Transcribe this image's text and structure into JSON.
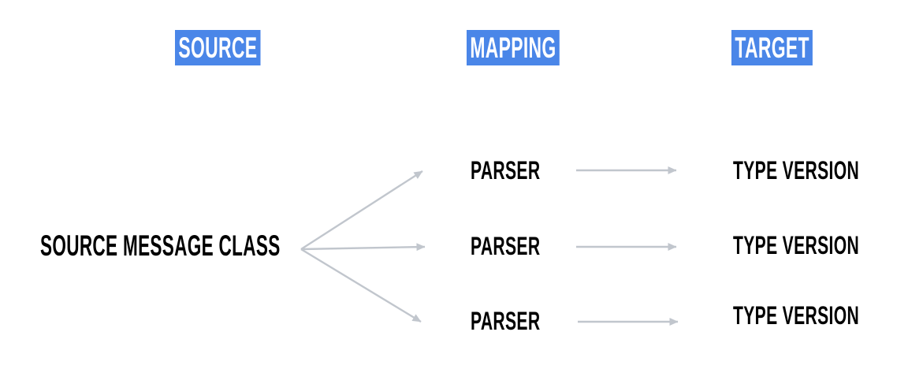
{
  "diagram": {
    "columns": [
      {
        "id": "source",
        "label": "SOURCE"
      },
      {
        "id": "mapping",
        "label": "MAPPING"
      },
      {
        "id": "target",
        "label": "TARGET"
      }
    ],
    "nodes": {
      "source_message_class": {
        "label": "SOURCE MESSAGE CLASS"
      },
      "parsers": [
        {
          "label": "PARSER"
        },
        {
          "label": "PARSER"
        },
        {
          "label": "PARSER"
        }
      ],
      "type_versions": [
        {
          "label": "TYPE VERSION"
        },
        {
          "label": "TYPE VERSION"
        },
        {
          "label": "TYPE VERSION"
        }
      ]
    },
    "edges": [
      {
        "from": "source-message-class",
        "to": "parser-1"
      },
      {
        "from": "source-message-class",
        "to": "parser-2"
      },
      {
        "from": "source-message-class",
        "to": "parser-3"
      },
      {
        "from": "parser-1",
        "to": "type-version-1"
      },
      {
        "from": "parser-2",
        "to": "type-version-2"
      },
      {
        "from": "parser-3",
        "to": "type-version-3"
      }
    ],
    "colors": {
      "header_highlight": "#4a86e8",
      "header_text": "#ffffff",
      "node_text": "#000000",
      "arrow": "#c1c6cd",
      "background": "#ffffff"
    }
  }
}
